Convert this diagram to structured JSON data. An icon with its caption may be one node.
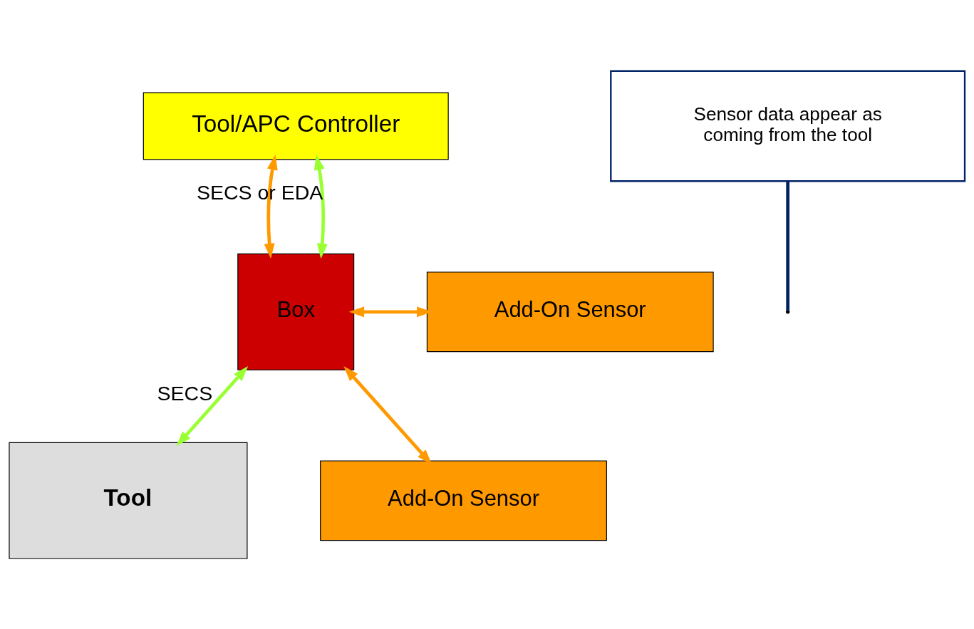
{
  "diagram": {
    "nodes": [
      {
        "text": [
          "Tool/APC Controller"
        ]
      },
      {
        "text": [
          "Box"
        ]
      },
      {
        "text": [
          "Tool"
        ]
      },
      {
        "text": [
          "Add-On Sensor"
        ]
      },
      {
        "text": [
          "Add-On Sensor"
        ]
      },
      {
        "text": [
          "Sensor data appear as coming from the tool"
        ]
      }
    ],
    "edges": [
      {
        "from": 0,
        "to": 1,
        "arrow": "both",
        "color": "#ff9900"
      },
      {
        "from": 0,
        "to": 1,
        "arrow": "both",
        "color": "#99ff33",
        "label": "SECS or EDA"
      },
      {
        "from": 1,
        "to": 2,
        "arrow": "both",
        "color": "#99ff33",
        "label": "SECS"
      },
      {
        "from": 1,
        "to": 3,
        "arrow": "both",
        "color": "#ff9900"
      },
      {
        "from": 1,
        "to": 4,
        "arrow": "both",
        "color": "#ff9900"
      },
      {
        "from": 5,
        "to": null,
        "arrow": "none",
        "color": "#002266"
      }
    ]
  }
}
